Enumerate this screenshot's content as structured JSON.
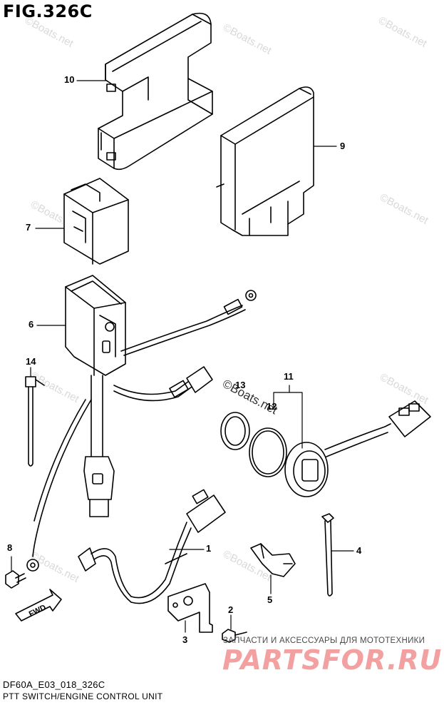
{
  "figure": {
    "title": "FIG.326C"
  },
  "callouts": {
    "c1": "1",
    "c2": "2",
    "c3": "3",
    "c4": "4",
    "c5": "5",
    "c6": "6",
    "c7": "7",
    "c8": "8",
    "c9": "9",
    "c10": "10",
    "c11": "11",
    "c12": "12",
    "c13": "13",
    "c14": "14"
  },
  "fwd_label": "FWD",
  "watermark": "©Boats.net",
  "footer": {
    "code": "DF60A_E03_018_326C",
    "name": "PTT SWITCH/ENGINE CONTROL UNIT"
  },
  "shop": {
    "tagline": "ЗАПЧАСТИ И АКСЕССУАРЫ ДЛЯ МОТОТЕХНИКИ",
    "logo": "PARTSFOR.RU"
  }
}
